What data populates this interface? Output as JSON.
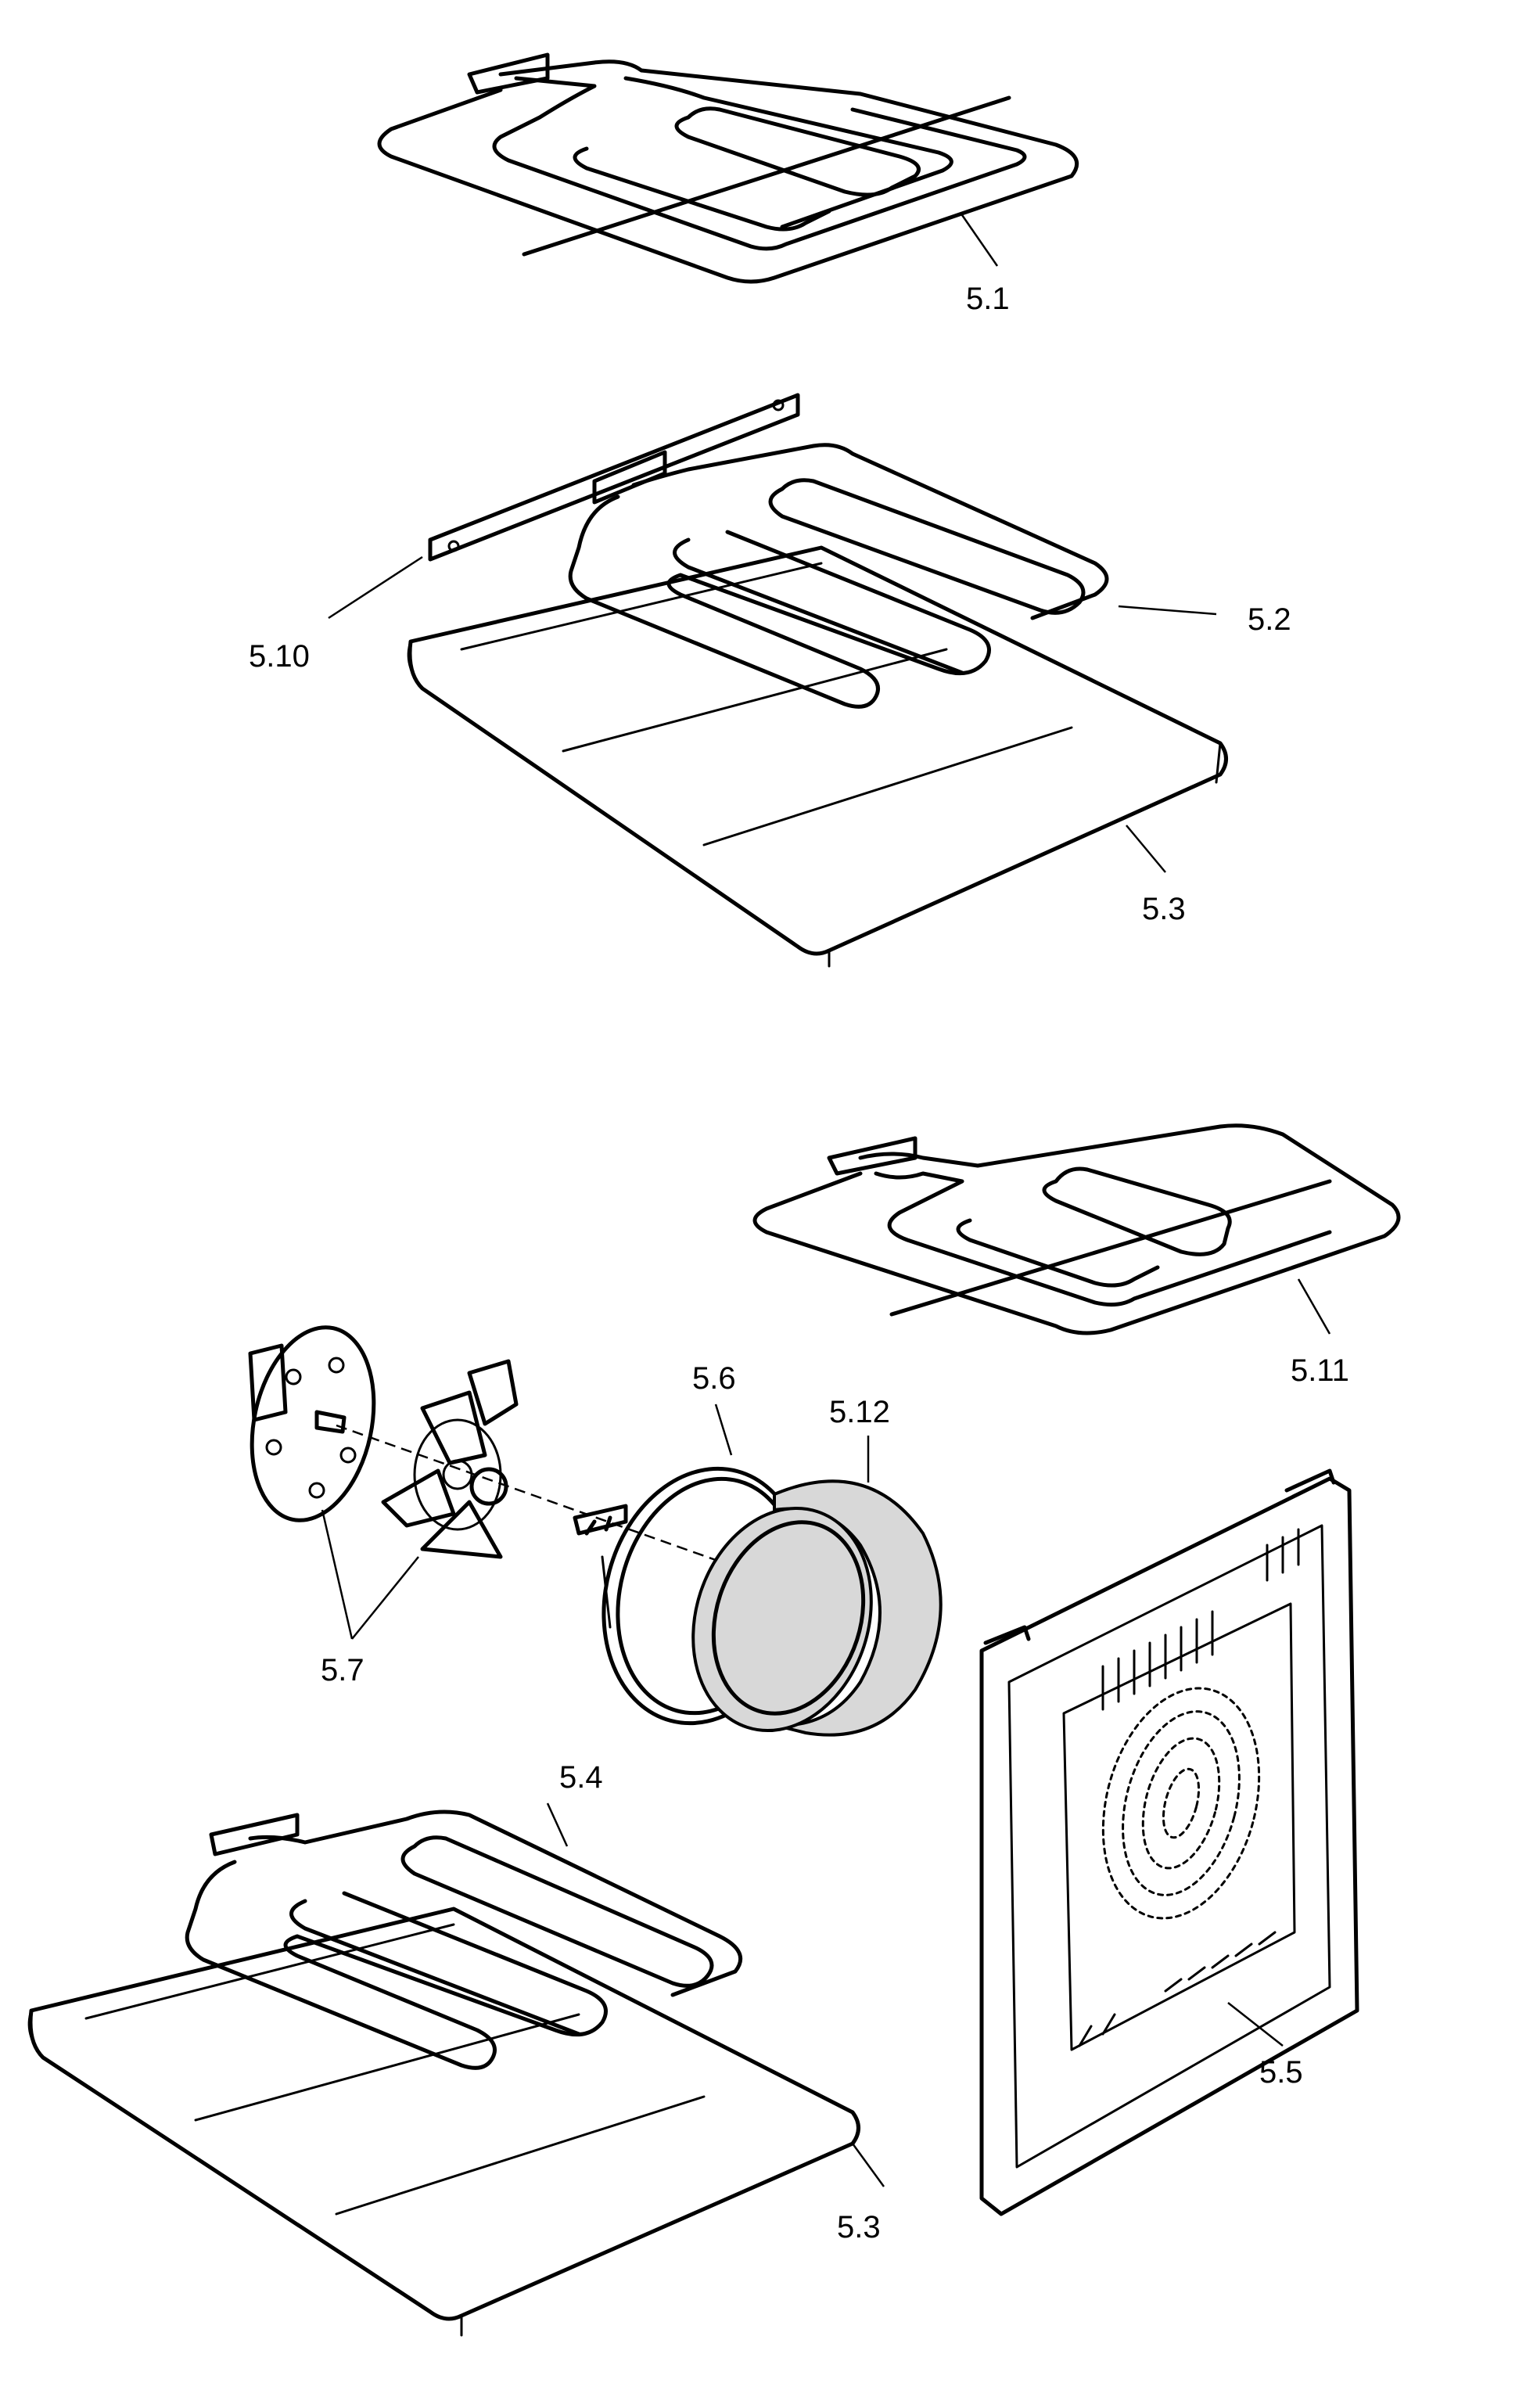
{
  "colors": {
    "ink": "#000000",
    "paper": "#ffffff",
    "insulation": "#d8d8d8"
  },
  "labels": {
    "p5_1": "5.1",
    "p5_2": "5.2",
    "p5_3a": "5.3",
    "p5_3b": "5.3",
    "p5_4": "5.4",
    "p5_5": "5.5",
    "p5_6": "5.6",
    "p5_7": "5.7",
    "p5_10": "5.10",
    "p5_11": "5.11",
    "p5_12": "5.12"
  }
}
